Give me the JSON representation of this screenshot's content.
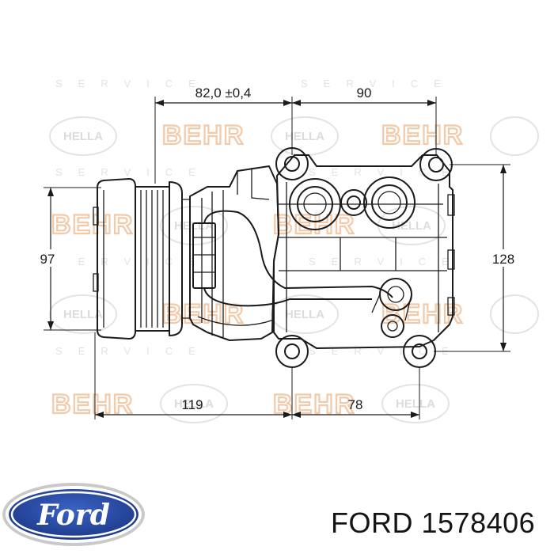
{
  "dimensions": {
    "top_left": "82,0 ±0,4",
    "top_right": "90",
    "left_height": "97",
    "right_height": "128",
    "bottom_left": "119",
    "bottom_right": "78"
  },
  "watermarks": {
    "behr": "BEHR",
    "hella": "HELLA",
    "service": "SERVICE"
  },
  "logo_text": "Ford",
  "caption": {
    "brand": "FORD",
    "part_number": "1578406"
  },
  "colors": {
    "logo_blue": "#1d3a8a",
    "watermark_orange": "#f3c9a8",
    "line": "#1b1b1b"
  }
}
